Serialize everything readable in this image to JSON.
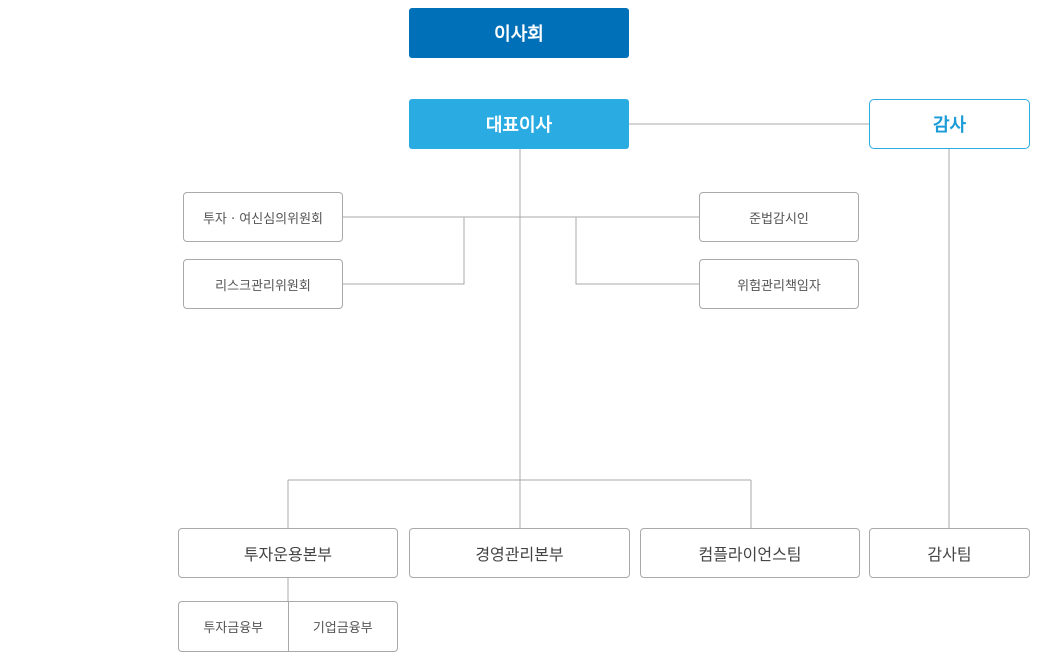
{
  "colors": {
    "board": "#0070b8",
    "ceo": "#2aabe2",
    "audit_border": "#2aabe2",
    "line": "#a9a9a9"
  },
  "org": {
    "board": "이사회",
    "ceo": "대표이사",
    "auditor": "감사",
    "committees": {
      "investment": "투자 · 여신심의위원회",
      "risk": "리스크관리위원회"
    },
    "officers": {
      "compliance": "준법감시인",
      "risk_manager": "위험관리책임자"
    },
    "divisions": {
      "investment_ops": "투자운용본부",
      "management": "경영관리본부",
      "compliance_team": "컴플라이언스팀",
      "audit_team": "감사팀"
    },
    "sub_units": {
      "investment_finance": "투자금융부",
      "corporate_finance": "기업금융부"
    }
  }
}
